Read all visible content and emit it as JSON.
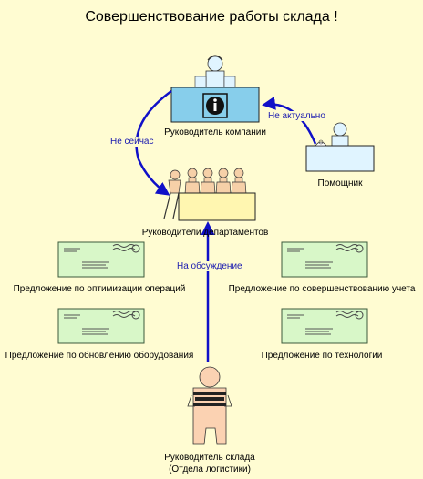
{
  "title": "Совершенствование работы склада !",
  "nodes": {
    "company_head": "Руководитель компании",
    "assistant": "Помощник",
    "department_heads": "Руководители департаментов",
    "warehouse_head_line1": "Руководитель склада",
    "warehouse_head_line2": "(Отдела логистики)"
  },
  "proposals": [
    "Предложение по оптимизации операций",
    "Предложение по совершенствованию учета",
    "Предложение по обновлению оборудования",
    "Предложение по технологии"
  ],
  "arrows": {
    "not_now": "Не сейчас",
    "not_relevant": "Не актуально",
    "for_discussion": "На обсуждение"
  },
  "colors": {
    "background": "#fffcd2",
    "company_desk": "#87ceeb",
    "assistant_desk": "#e0f4ff",
    "department_table": "#fff6b0",
    "envelope": "#d8f7c8",
    "figure": "#fbd2b2",
    "arrow": "#1010c8"
  },
  "icons": [
    "info-icon",
    "telephone-icon",
    "envelope-icon",
    "headset-icon"
  ]
}
